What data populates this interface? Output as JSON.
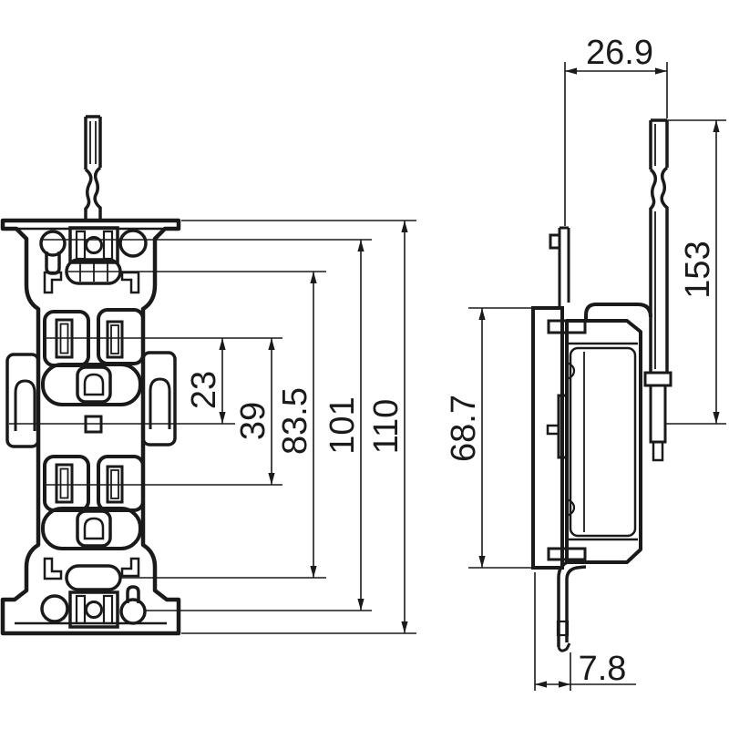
{
  "dimensions": {
    "front_view": {
      "slot_to_center": "23",
      "slot_pitch": "39",
      "screw_pitch": "83.5",
      "frame_span": "101",
      "overall_height": "110"
    },
    "side_view": {
      "depth": "26.9",
      "strap_length": "153",
      "body_height": "68.7",
      "strap_offset": "7.8"
    }
  }
}
